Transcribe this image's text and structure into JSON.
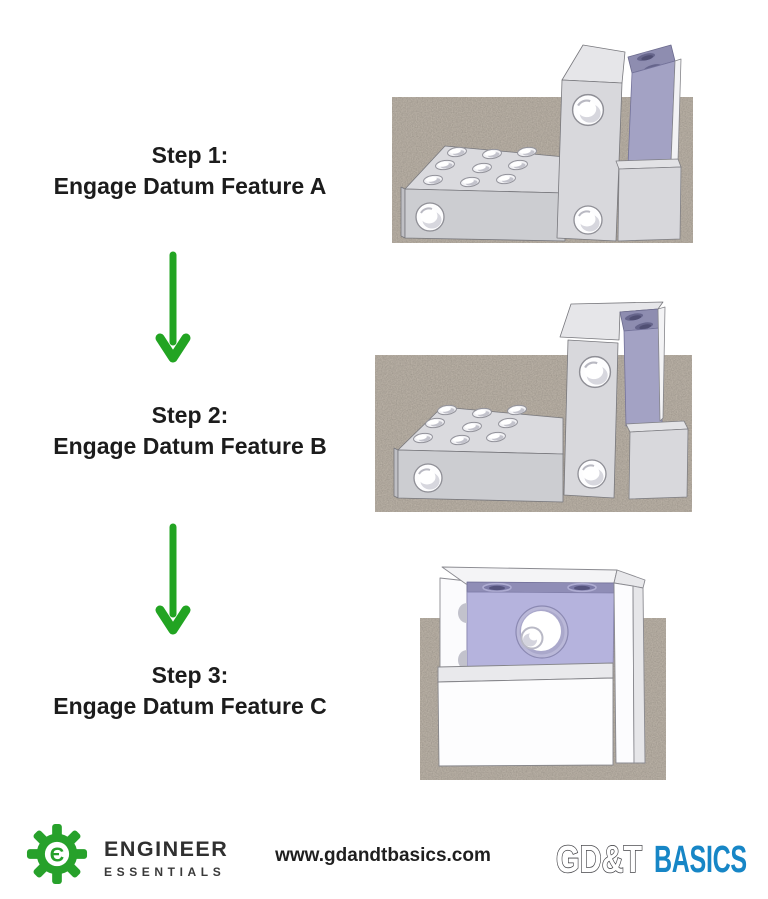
{
  "page": {
    "background": "#ffffff"
  },
  "steps": [
    {
      "title": "Step 1:",
      "subtitle": "Engage Datum Feature A"
    },
    {
      "title": "Step 2:",
      "subtitle": "Engage Datum Feature B"
    },
    {
      "title": "Step 3:",
      "subtitle": "Engage Datum Feature C"
    }
  ],
  "figures": [
    {
      "label": "part held against vertical datum face of L-fixture on granite surface plate"
    },
    {
      "label": "part lowered onto horizontal step of L-fixture on granite surface plate"
    },
    {
      "label": "front view of part seated into fixture corner on granite surface plate"
    }
  ],
  "footer": {
    "brand_line1": "ENGINEER",
    "brand_line2": "ESSENTIALS",
    "gear_glyph": "Є",
    "website": "www.gdandtbasics.com",
    "gdt_outline": "GD&T",
    "gdt_solid": "BASICS"
  },
  "colors": {
    "arrow_green": "#22a422",
    "logo_green": "#27a12b",
    "gdt_blue": "#1786c6",
    "step_text": "#1c1c1c",
    "part_lavender": "#a3a2c4",
    "granite": "#9a9287"
  }
}
